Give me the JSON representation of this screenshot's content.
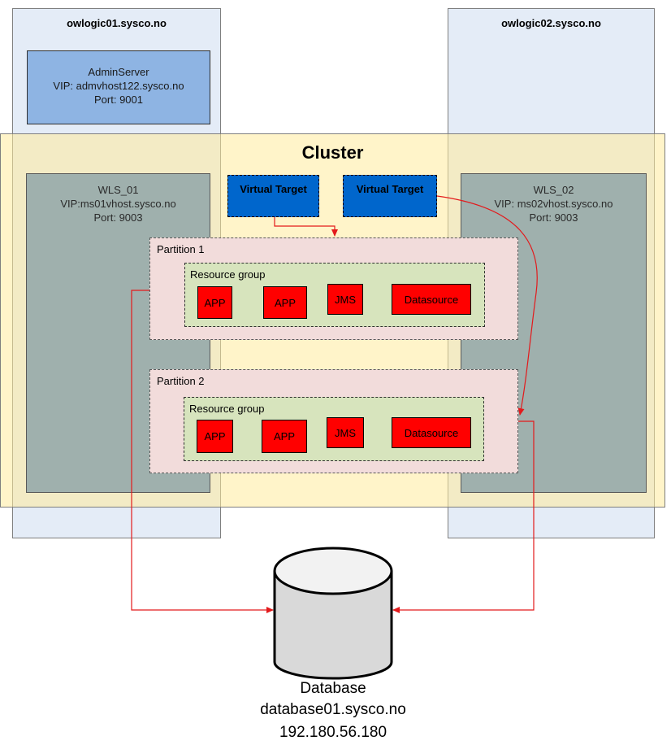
{
  "hosts": {
    "host1": {
      "title": "owlogic01.sysco.no"
    },
    "host2": {
      "title": "owlogic02.sysco.no"
    }
  },
  "admin_server": {
    "name": "AdminServer",
    "vip": "VIP: admvhost122.sysco.no",
    "port": "Port: 9001"
  },
  "cluster": {
    "title": "Cluster"
  },
  "wls1": {
    "name": "WLS_01",
    "vip": "VIP:ms01vhost.sysco.no",
    "port": "Port: 9003"
  },
  "wls2": {
    "name": "WLS_02",
    "vip": "VIP: ms02vhost.sysco.no",
    "port": "Port: 9003"
  },
  "virtual_targets": [
    "Virtual Target",
    "Virtual Target"
  ],
  "partitions": [
    {
      "label": "Partition 1",
      "resource_group": "Resource group",
      "items": [
        "APP",
        "APP",
        "JMS",
        "Datasource"
      ]
    },
    {
      "label": "Partition 2",
      "resource_group": "Resource group",
      "items": [
        "APP",
        "APP",
        "JMS",
        "Datasource"
      ]
    }
  ],
  "database": {
    "name": "Database",
    "host": "database01.sysco.no",
    "ip": "192.180.56.180"
  },
  "colors": {
    "arrow": "#e31a1c",
    "cluster": "#ffeb9c",
    "host": "#e4ecf7",
    "vt": "#0066cc"
  }
}
